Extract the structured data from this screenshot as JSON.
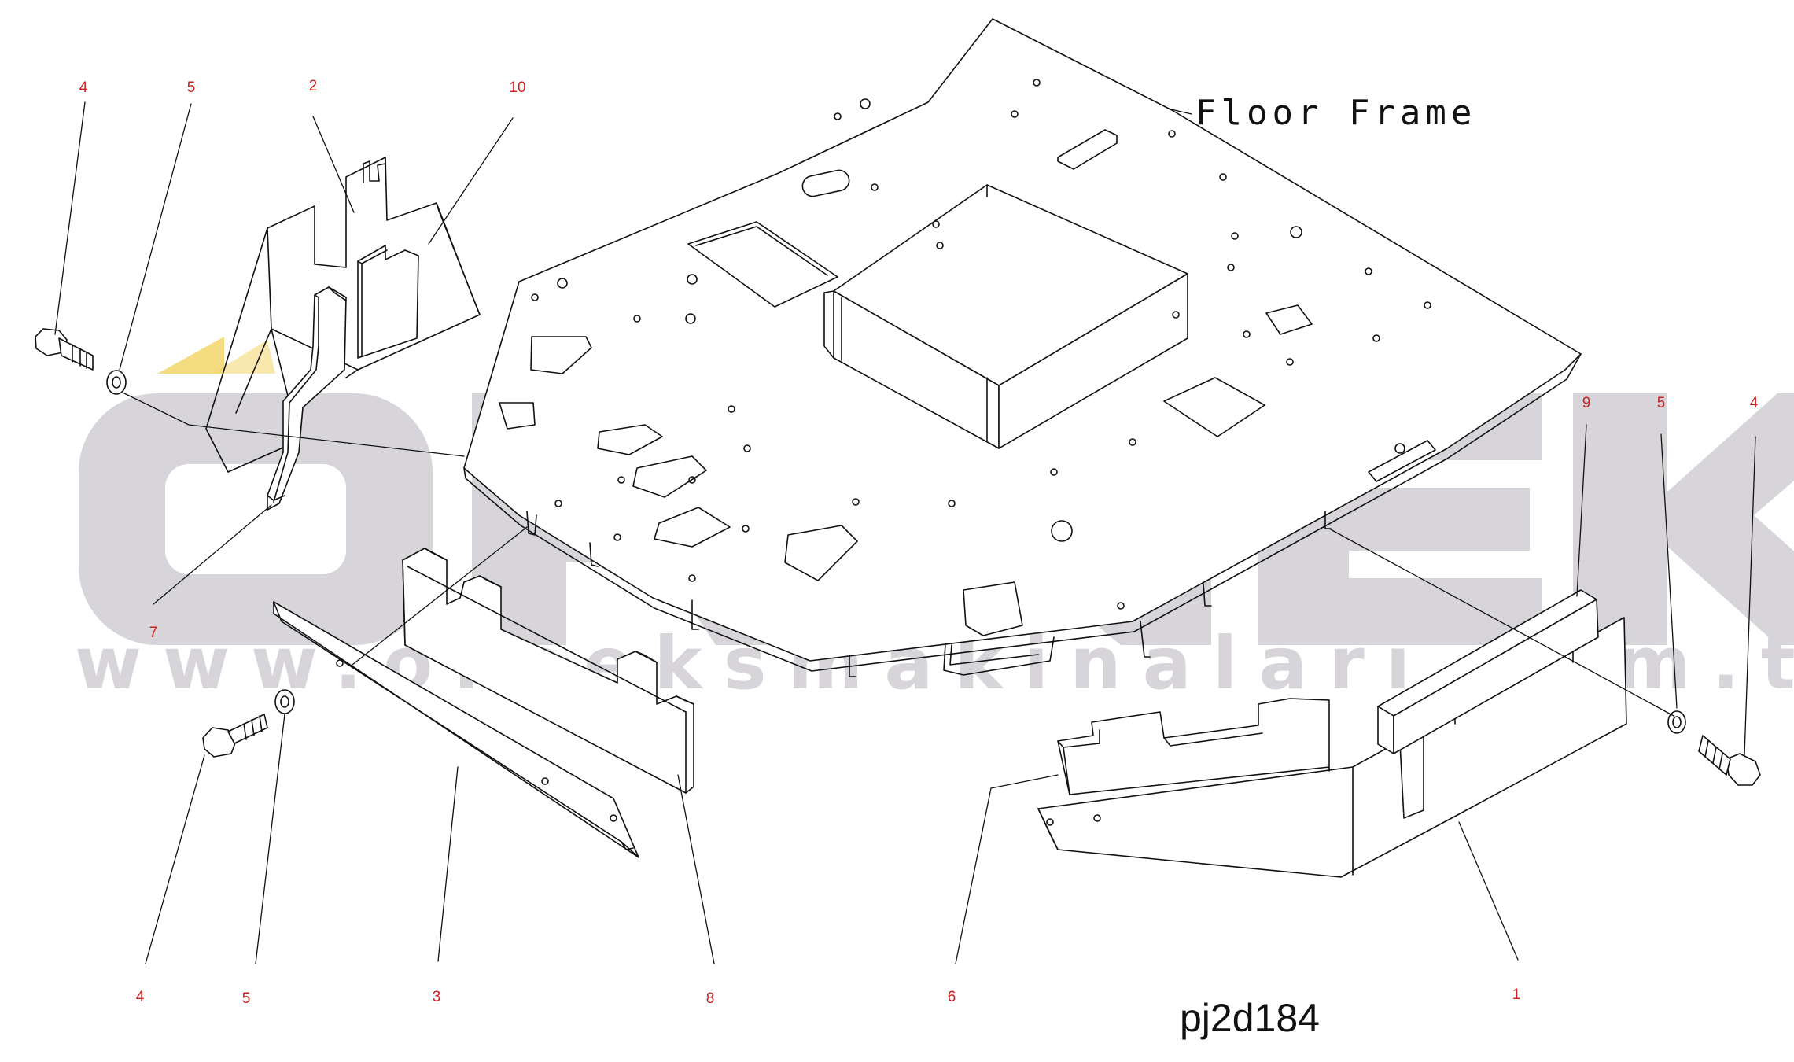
{
  "diagram": {
    "title_label": "Floor Frame",
    "drawing_code": "pj2d184",
    "watermark": {
      "logo_text": "ORNEK",
      "url_text": "www.orneksmakinalari.com.tr",
      "color": "#d7d5da",
      "accent_color": "#f2d66b"
    },
    "callouts": [
      {
        "id": "c-4-top-left",
        "text": "4"
      },
      {
        "id": "c-5-top-left",
        "text": "5"
      },
      {
        "id": "c-2",
        "text": "2"
      },
      {
        "id": "c-10",
        "text": "10"
      },
      {
        "id": "c-7",
        "text": "7"
      },
      {
        "id": "c-9",
        "text": "9"
      },
      {
        "id": "c-5-top-right",
        "text": "5"
      },
      {
        "id": "c-4-top-right",
        "text": "4"
      },
      {
        "id": "c-4-bottom-left",
        "text": "4"
      },
      {
        "id": "c-5-bottom-left",
        "text": "5"
      },
      {
        "id": "c-3",
        "text": "3"
      },
      {
        "id": "c-8",
        "text": "8"
      },
      {
        "id": "c-6",
        "text": "6"
      },
      {
        "id": "c-1",
        "text": "1"
      }
    ],
    "callout_color": "#cc1f1f",
    "line_color": "#111111"
  }
}
